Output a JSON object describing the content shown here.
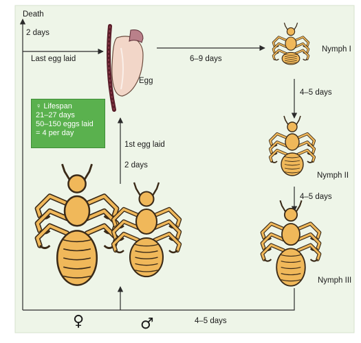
{
  "diagram": {
    "background": "#eef5e8",
    "line_color": "#2b2b2b",
    "lifespan_color": "#5ab14e",
    "louse_fill": "#f0b85a",
    "louse_outline": "#3a2a18",
    "labels": {
      "death": "Death",
      "two_days_top": "2 days",
      "last_egg_laid": "Last egg laid",
      "egg": "Egg",
      "six_nine_days": "6–9 days",
      "nymph1": "Nymph I",
      "four_five_days_1": "4–5 days",
      "nymph2": "Nymph II",
      "four_five_days_2": "4–5 days",
      "nymph3": "Nymph III",
      "first_egg_laid": "1st egg laid",
      "two_days_mid": "2 days",
      "four_five_days_bottom": "4–5 days",
      "female_symbol": "♀",
      "male_symbol": "♂"
    },
    "lifespan": {
      "title": "Lifespan",
      "title_symbol": "♀",
      "lines": [
        "21–27 days",
        "50–150 eggs laid",
        "= 4 per day"
      ]
    }
  }
}
